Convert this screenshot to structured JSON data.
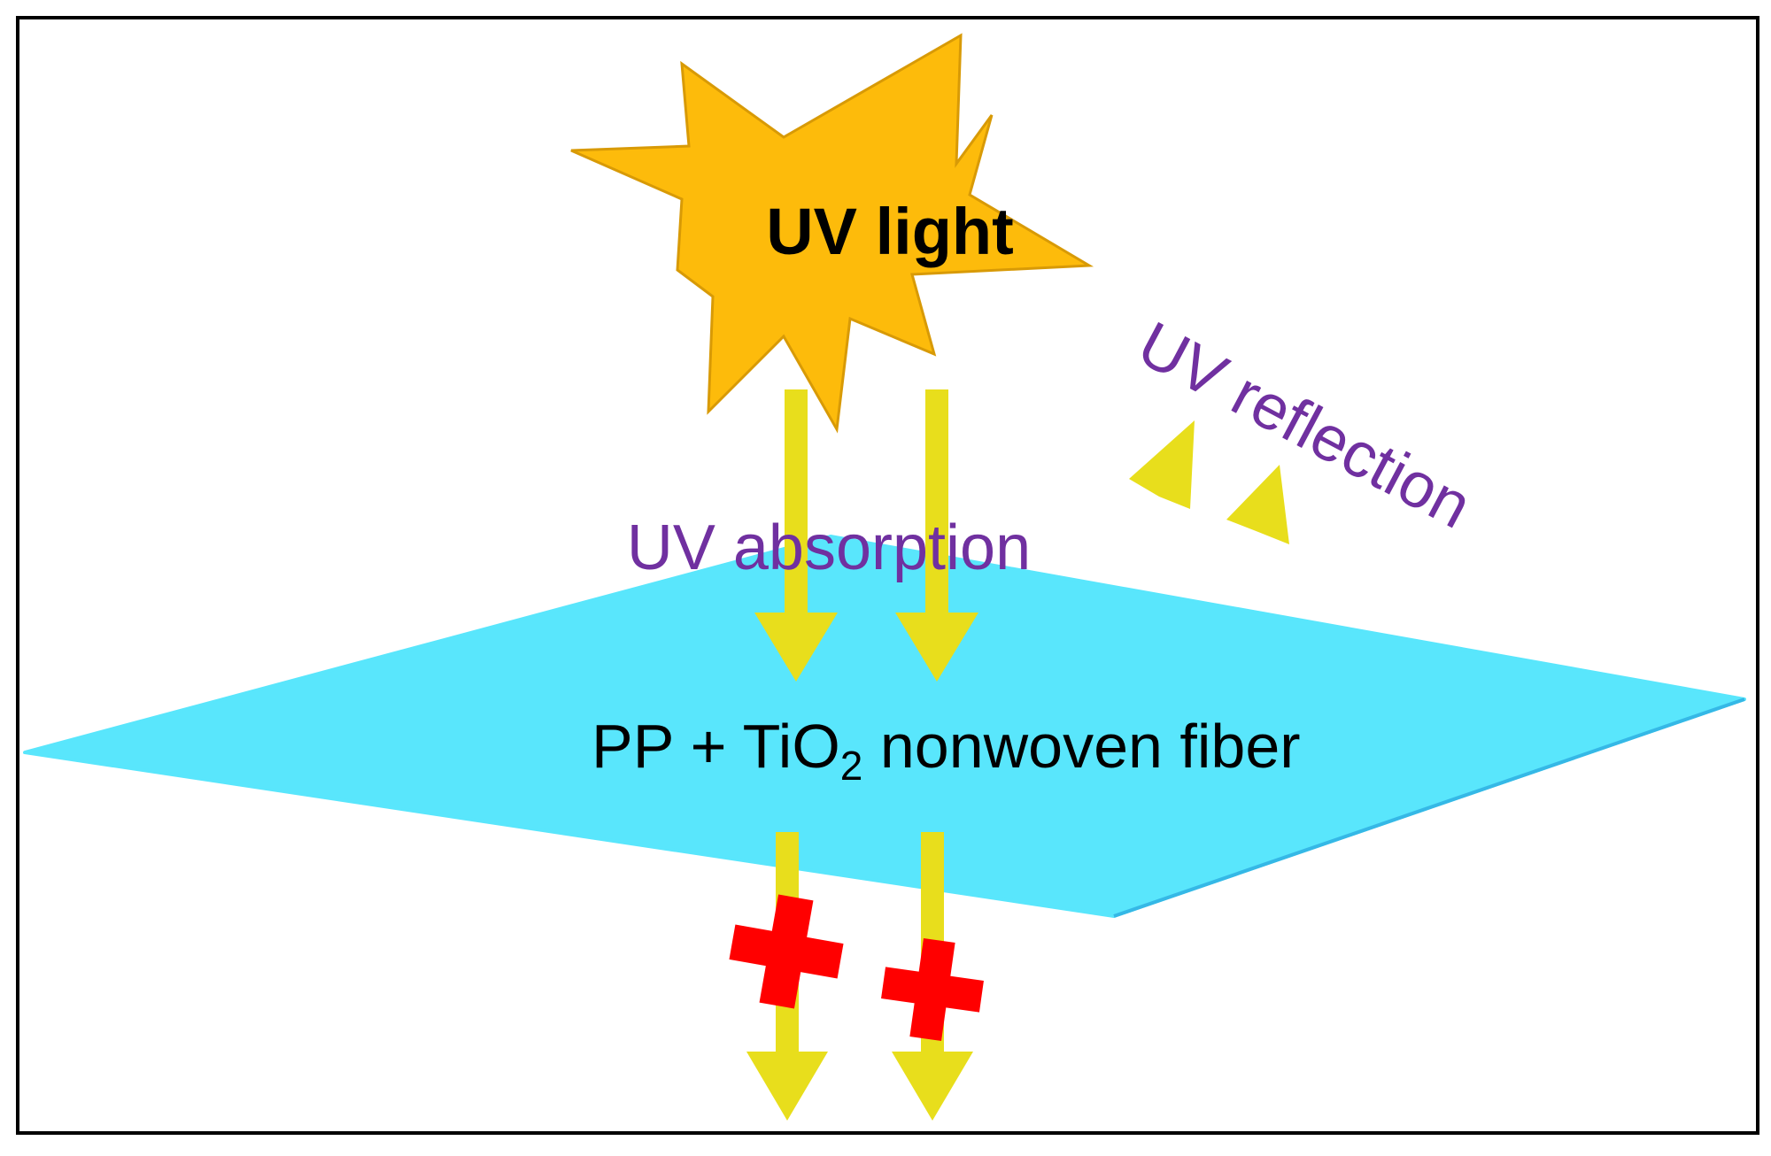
{
  "source_label": "UV light",
  "surface": {
    "label_prefix": "PP + TiO",
    "label_subscript": "2",
    "label_suffix": " nonwoven fiber"
  },
  "absorption_label": "UV absorption",
  "reflection_label": "UV reflection",
  "colors": {
    "star_fill": "#FDBB0B",
    "star_stroke": "#D89A06",
    "surface_fill": "#59E6FC",
    "surface_edge": "#35B8E6",
    "arrow_fill": "#E8DE1C",
    "cross_fill": "#FF0000",
    "annotation_text": "#7030A0",
    "frame": "#000000"
  },
  "icons": {
    "source": "sun-burst-icon",
    "blocked": "red-cross-icon"
  }
}
